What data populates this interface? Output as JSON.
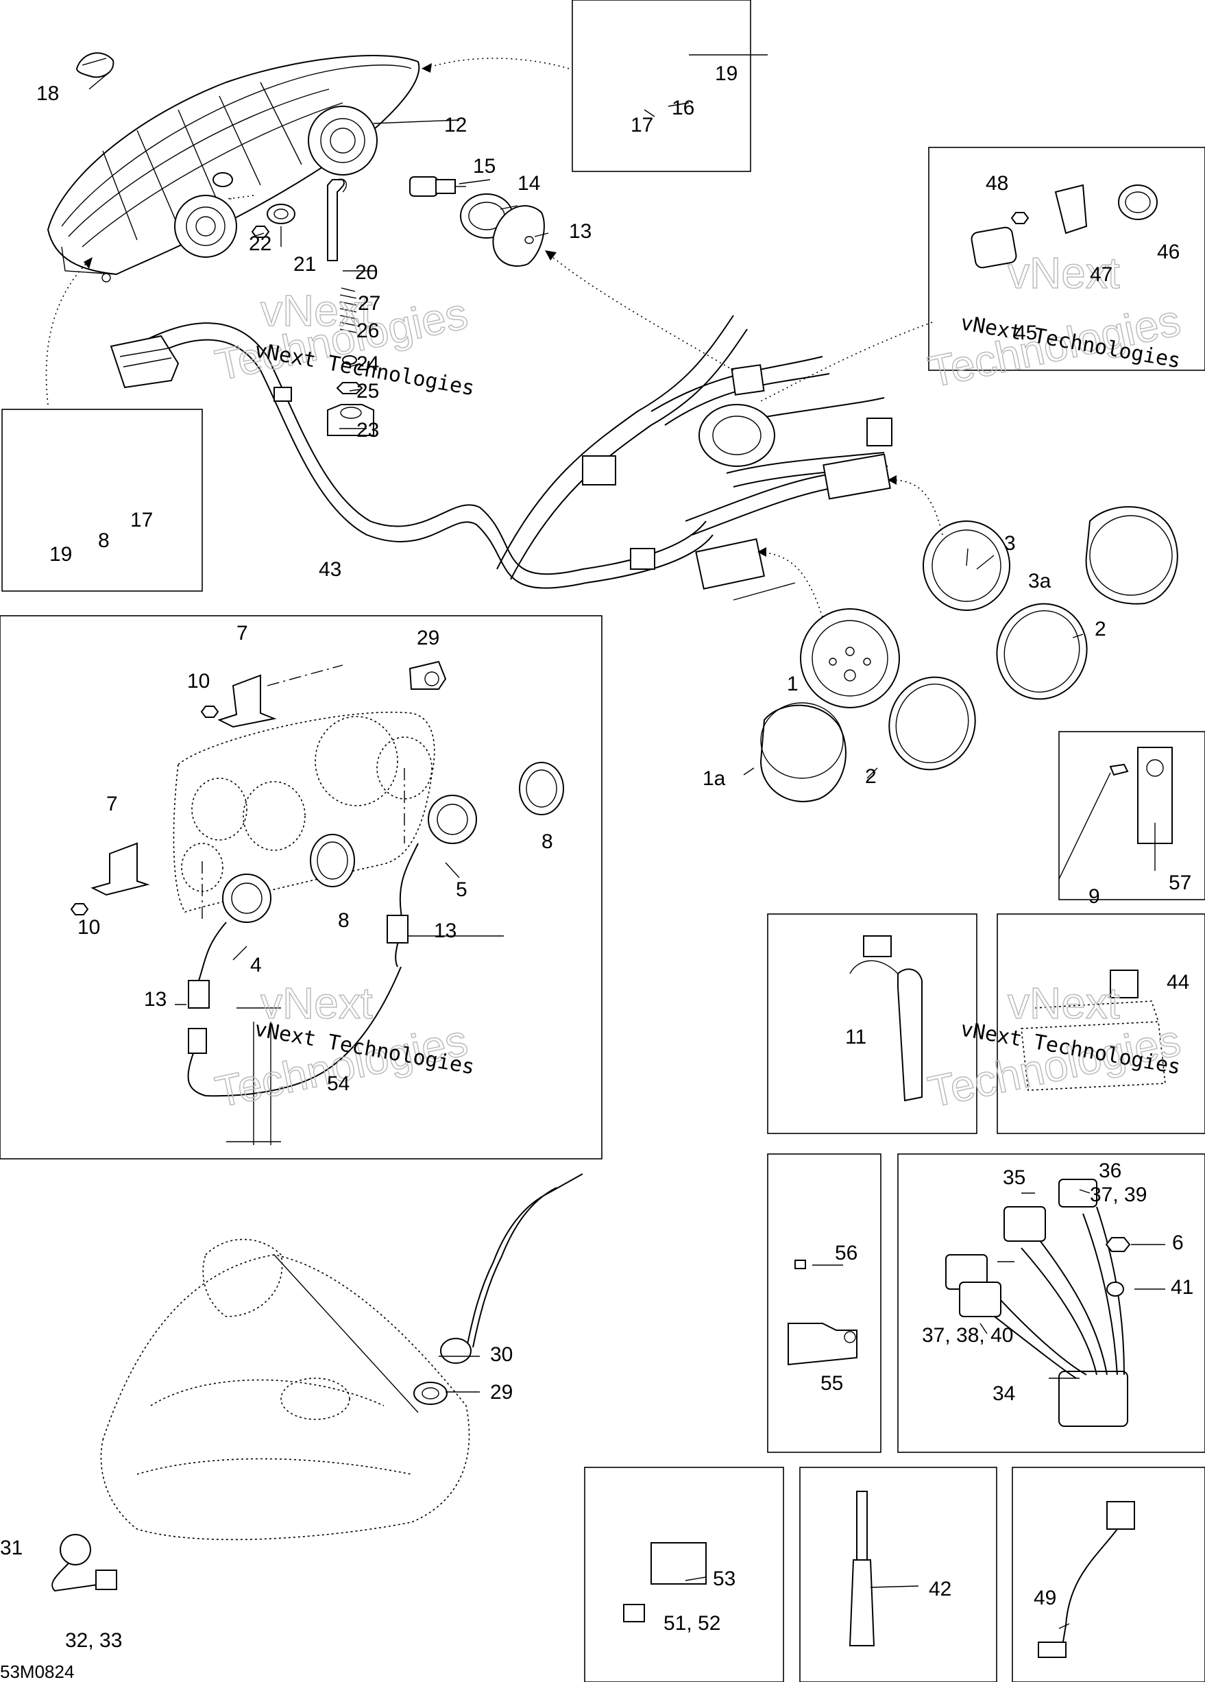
{
  "diagram": {
    "drawing_code": "53M0824",
    "watermark": {
      "line1": "vNext Technologies",
      "ghost_line1": "vNext",
      "ghost_line2": "Technologies"
    },
    "callouts": {
      "p1": "1",
      "p1a": "1a",
      "p2": "2",
      "p3": "3",
      "p3a": "3a",
      "p4": "4",
      "p5": "5",
      "p6": "6",
      "p7": "7",
      "p8": "8",
      "p9": "9",
      "p10": "10",
      "p11": "11",
      "p12": "12",
      "p13": "13",
      "p14": "14",
      "p15": "15",
      "p16": "16",
      "p17": "17",
      "p18": "18",
      "p19": "19",
      "p20": "20",
      "p21": "21",
      "p22": "22",
      "p23": "23",
      "p24": "24",
      "p25": "25",
      "p26": "26",
      "p27": "27",
      "p29": "29",
      "p30": "30",
      "p31": "31",
      "p32_33": "32, 33",
      "p34": "34",
      "p35": "35",
      "p36": "36",
      "p37_39": "37, 39",
      "p37_38_40": "37, 38, 40",
      "p41": "41",
      "p42": "42",
      "p43": "43",
      "p44": "44",
      "p45": "45",
      "p46": "46",
      "p47": "47",
      "p48": "48",
      "p49": "49",
      "p51_52": "51, 52",
      "p53": "53",
      "p54": "54",
      "p55": "55",
      "p56": "56",
      "p57": "57"
    }
  }
}
